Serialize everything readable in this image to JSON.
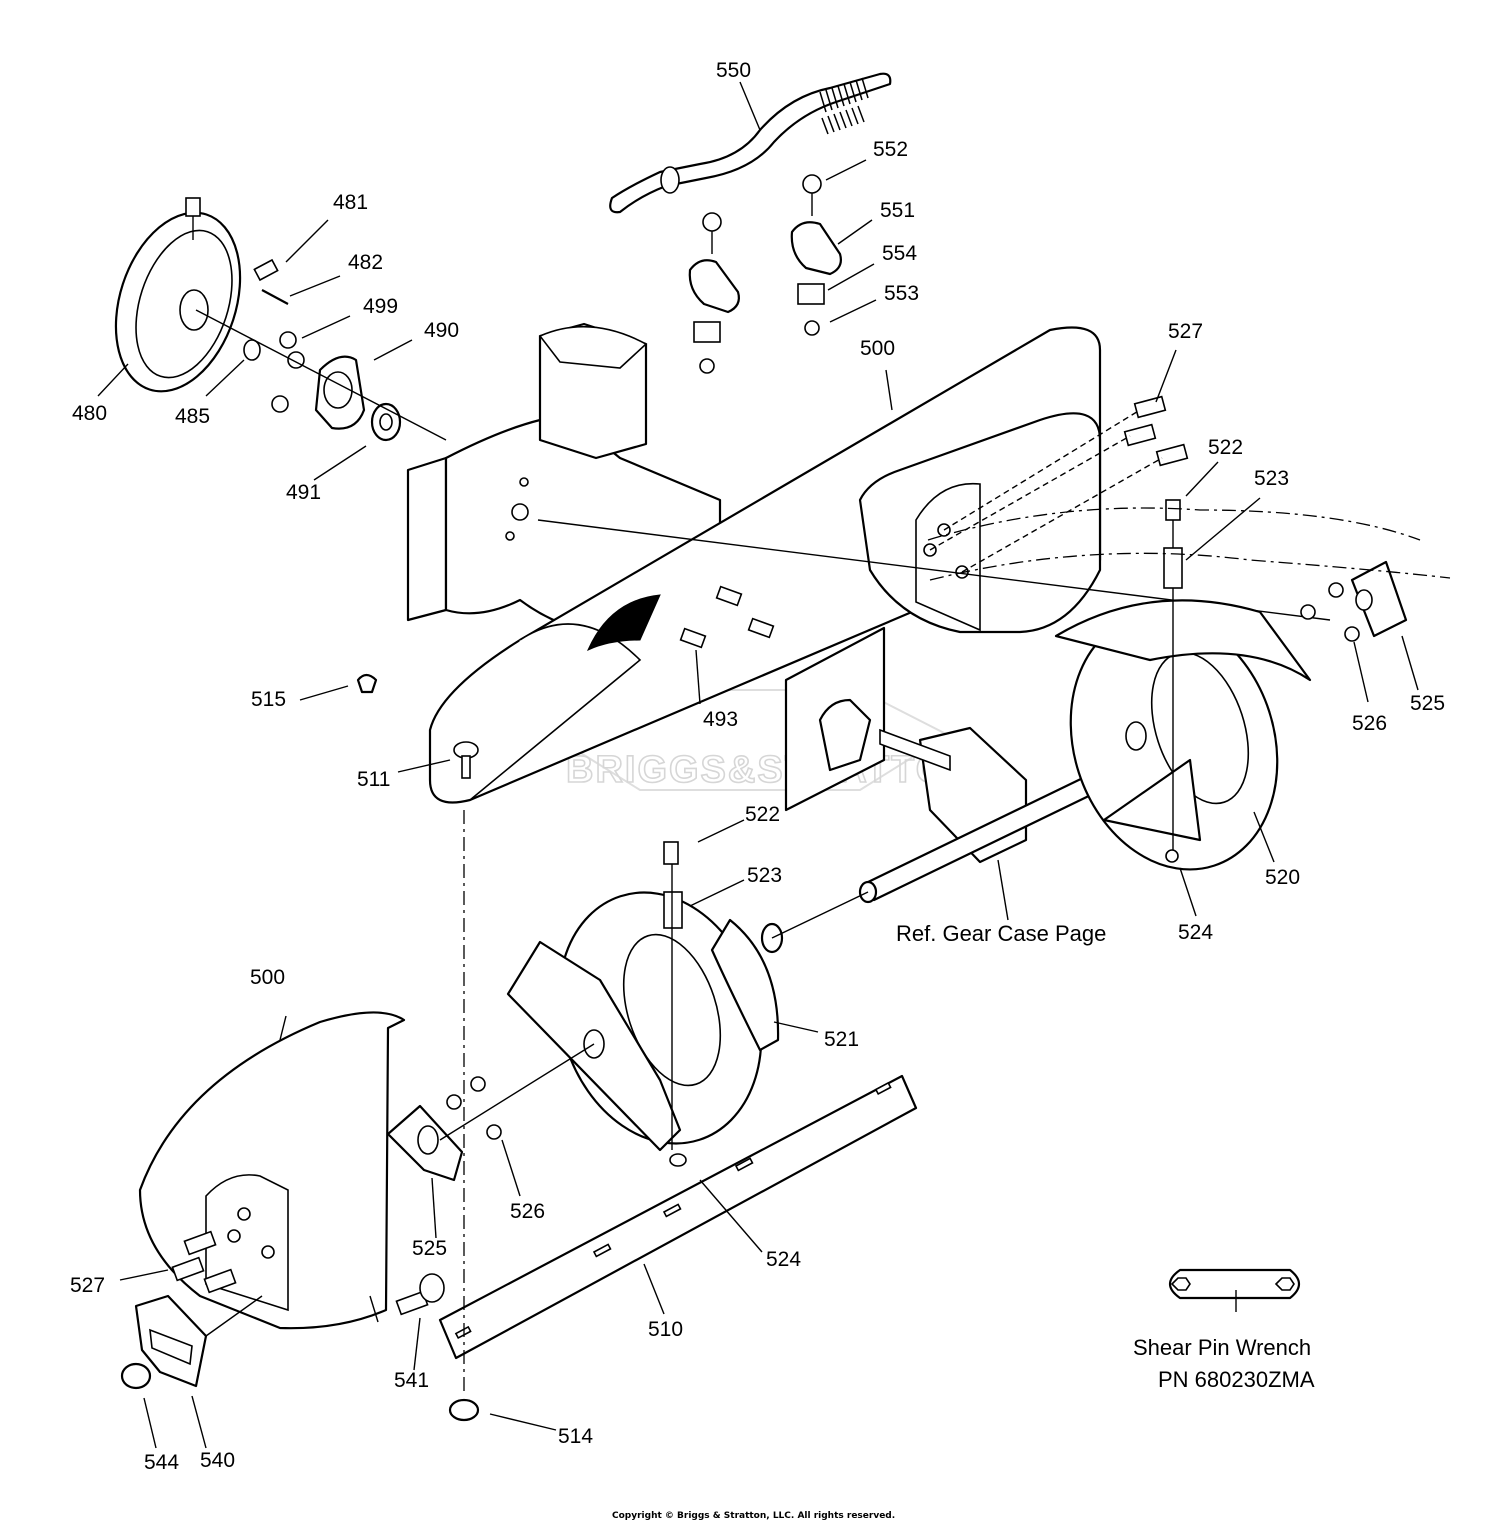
{
  "diagram": {
    "callouts": {
      "c550": "550",
      "c552": "552",
      "c551": "551",
      "c554": "554",
      "c553": "553",
      "c481": "481",
      "c482": "482",
      "c499": "499",
      "c490": "490",
      "c480": "480",
      "c485": "485",
      "c491": "491",
      "c500_top": "500",
      "c527_top": "527",
      "c522_top": "522",
      "c523_top": "523",
      "c515": "515",
      "c493": "493",
      "c511": "511",
      "c525_right": "525",
      "c526_right": "526",
      "c520": "520",
      "c522_mid": "522",
      "c523_mid": "523",
      "c524_right": "524",
      "c500_bottom": "500",
      "c521": "521",
      "c526_bottom": "526",
      "c525_bottom": "525",
      "c524_bottom": "524",
      "c527_bottom": "527",
      "c510": "510",
      "c541": "541",
      "c514": "514",
      "c544": "544",
      "c540": "540"
    },
    "notes": {
      "gear_case_ref": "Ref. Gear Case Page",
      "shear_pin_wrench": "Shear Pin Wrench",
      "shear_pin_wrench_pn": "PN 680230ZMA"
    },
    "watermark": "BRIGGS&STRATTON",
    "copyright": "Copyright © Briggs & Stratton, LLC. All rights reserved."
  }
}
